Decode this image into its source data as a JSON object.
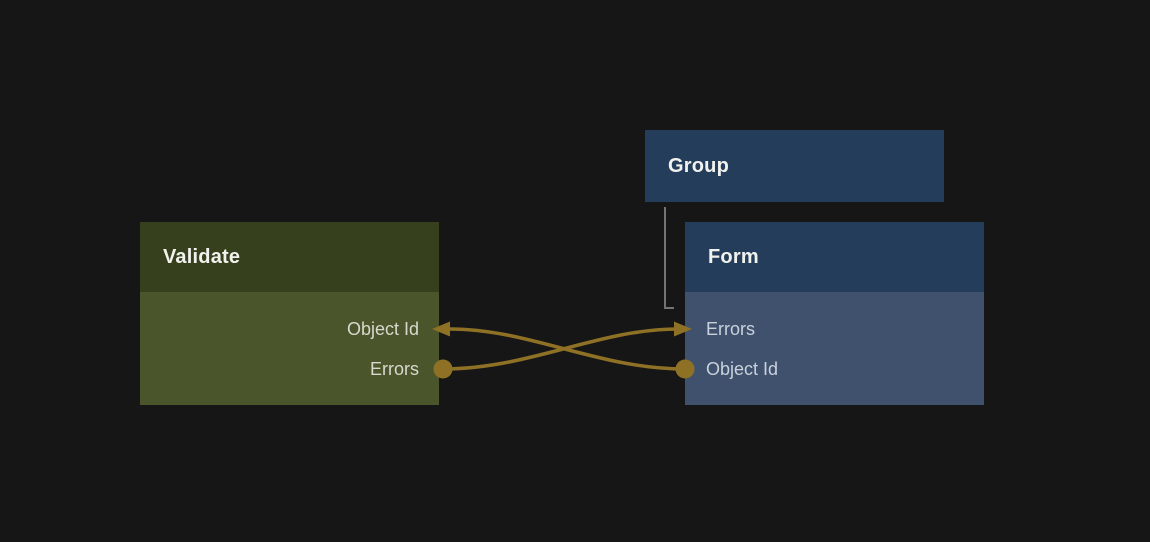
{
  "colors": {
    "bg": "#161617",
    "validate_header": "#36401c",
    "validate_body": "#4a552b",
    "blue_header": "#233d5a",
    "form_body": "#3f516d",
    "edge_gold": "#8f7126",
    "edge_gray": "#737373",
    "title_text": "#f1f2ee",
    "field_text_green": "#d6d9cd",
    "field_text_blue": "#cad1db"
  },
  "nodes": {
    "validate": {
      "title": "Validate",
      "fields": [
        {
          "label": "Object Id",
          "port": "input-arrow"
        },
        {
          "label": "Errors",
          "port": "output-dot"
        }
      ]
    },
    "group": {
      "title": "Group"
    },
    "form": {
      "title": "Form",
      "fields": [
        {
          "label": "Errors",
          "port": "input-arrow"
        },
        {
          "label": "Object Id",
          "port": "output-dot"
        }
      ]
    }
  },
  "edges": [
    {
      "from": "Validate.Errors",
      "to": "Form.Errors",
      "style": "gold-curve"
    },
    {
      "from": "Form.Object Id",
      "to": "Validate.Object Id",
      "style": "gold-curve"
    },
    {
      "from": "Group",
      "to": "Form",
      "style": "gray-elbow"
    }
  ]
}
